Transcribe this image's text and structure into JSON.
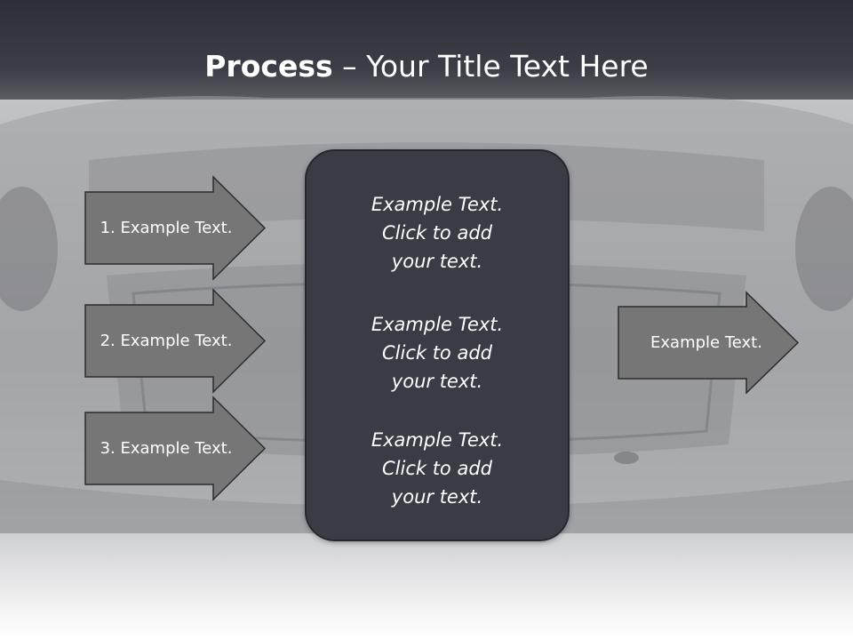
{
  "title": {
    "bold": "Process",
    "separator": " – ",
    "rest": "Your Title Text Here"
  },
  "arrows": [
    {
      "label": "1. Example Text."
    },
    {
      "label": "2. Example Text."
    },
    {
      "label": "3. Example Text."
    }
  ],
  "center_blocks": [
    {
      "line1": "Example Text.",
      "line2": "Click  to add",
      "line3": "your text."
    },
    {
      "line1": "Example Text.",
      "line2": "Click  to add",
      "line3": "your text."
    },
    {
      "line1": "Example Text.",
      "line2": "Click  to add",
      "line3": "your text."
    }
  ],
  "output_arrow": {
    "label": "Example Text."
  },
  "colors": {
    "header": "#2c2f36",
    "arrow_fill": "#767676",
    "arrow_stroke": "#2b2b2b",
    "center_box": "#393c45",
    "text": "#ffffff"
  }
}
